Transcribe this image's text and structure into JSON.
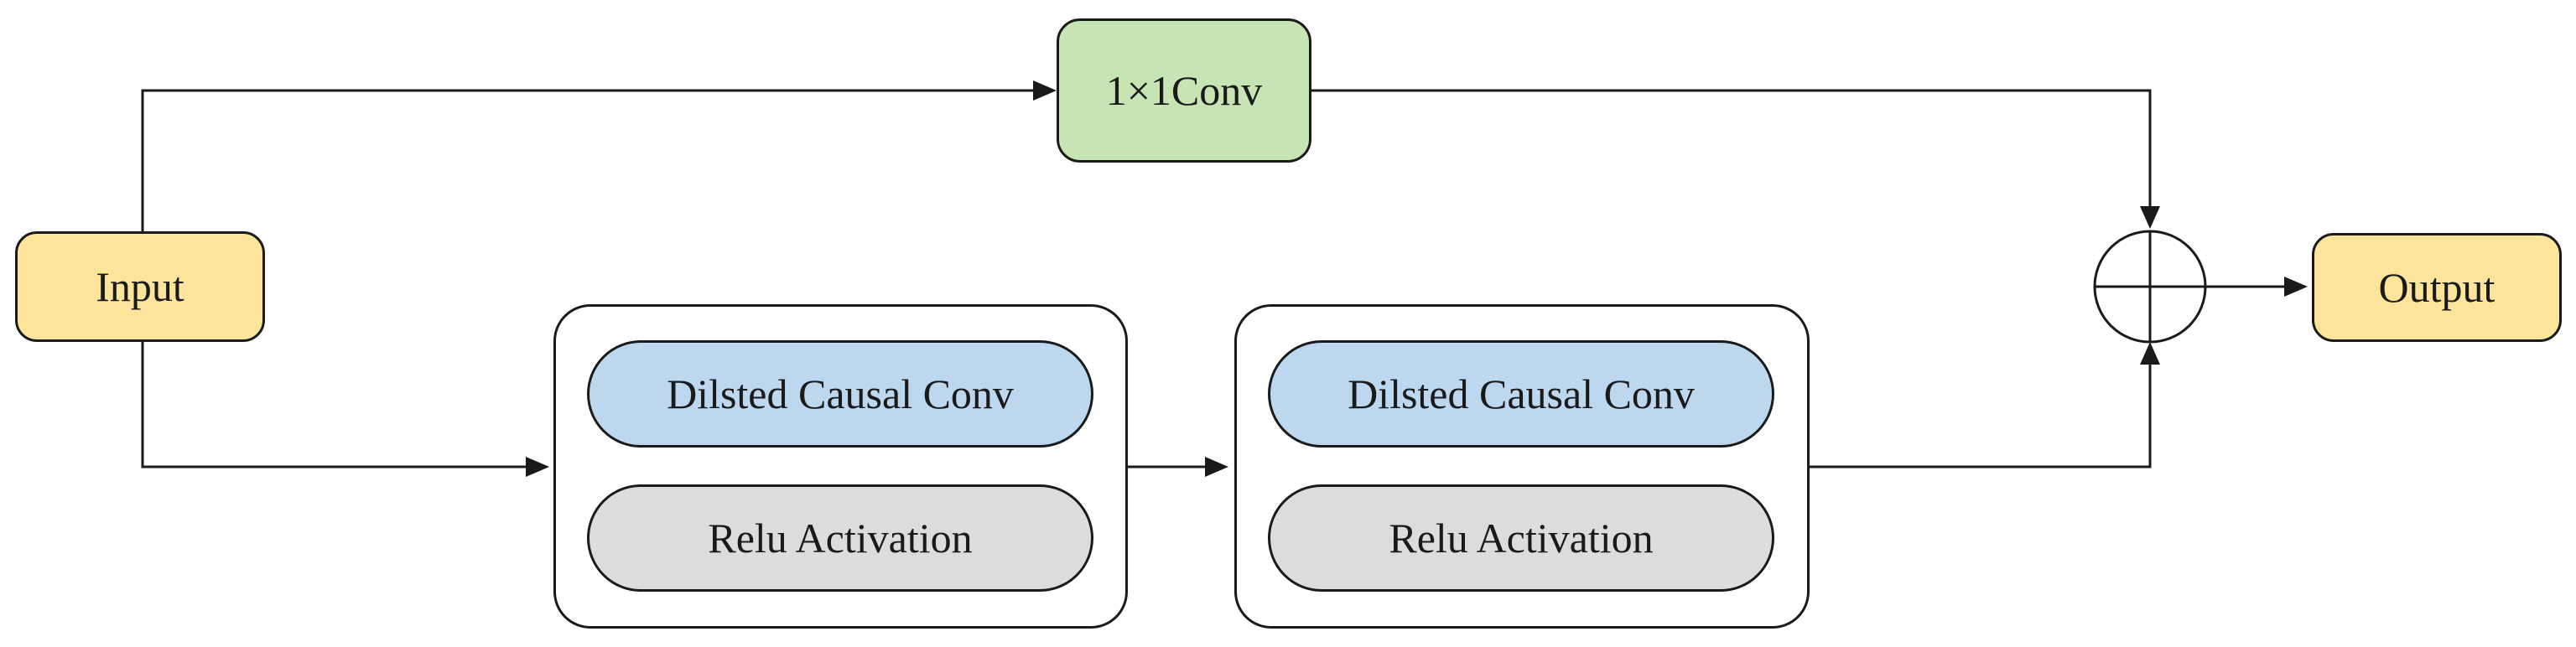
{
  "nodes": {
    "input": {
      "label": "Input",
      "fill": "#fde49b"
    },
    "conv1x1": {
      "label": "1×1Conv",
      "fill": "#c7e5b4"
    },
    "output": {
      "label": "Output",
      "fill": "#fde49b"
    },
    "block1": {
      "dilated": {
        "label": "Dilsted Causal Conv",
        "fill": "#bcd7ee"
      },
      "relu": {
        "label": "Relu Activation",
        "fill": "#dcdcdc"
      }
    },
    "block2": {
      "dilated": {
        "label": "Dilsted Causal Conv",
        "fill": "#bcd7ee"
      },
      "relu": {
        "label": "Relu Activation",
        "fill": "#dcdcdc"
      }
    }
  },
  "colors": {
    "stroke": "#1a1a1a"
  }
}
